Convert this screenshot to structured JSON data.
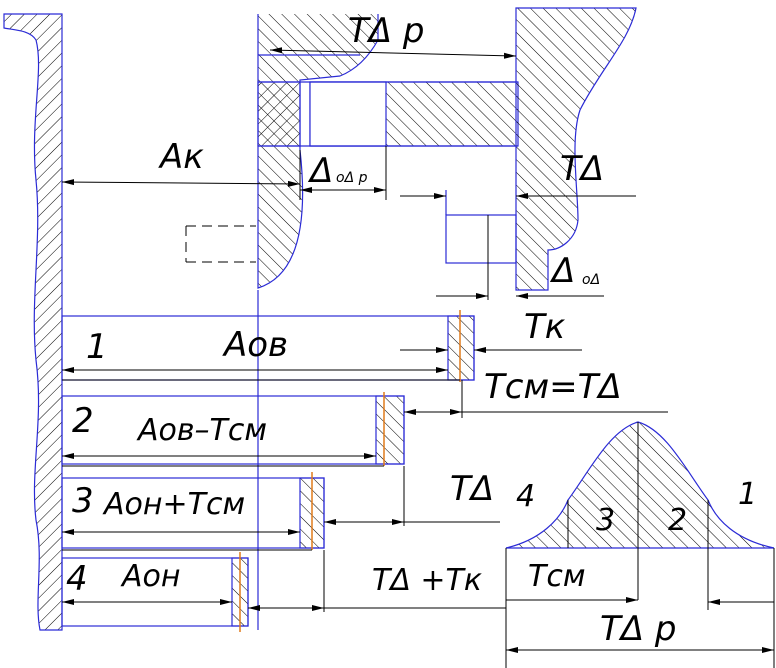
{
  "diagram": {
    "labels": {
      "t_delta_p_top": "TΔ p",
      "a_k": "Ак",
      "delta_odp": "Δ",
      "delta_odp_sub": "оΔ р",
      "t_delta_right": "TΔ",
      "delta_od": "Δ",
      "delta_od_sub": "оΔ",
      "t_k": "Tк",
      "row1_num": "1",
      "row1_label": "Аов",
      "t_cm_eq": "Tсм=TΔ",
      "row2_num": "2",
      "row2_label": "Аов–Tсм",
      "row3_num": "3",
      "row3_label": "Аон+Tсм",
      "t_delta_mid": "TΔ",
      "row4_num": "4",
      "row4_label": "Аон",
      "t_delta_plus_tk": "TΔ +Tк",
      "t_cm_bottom": "Tсм",
      "t_delta_p_bottom": "TΔ р",
      "dist_4": "4",
      "dist_3": "3",
      "dist_2": "2",
      "dist_1": "1"
    },
    "colors": {
      "outline": "#2b2bd6",
      "hatch": "#000000",
      "marker": "#e07a1a"
    }
  }
}
